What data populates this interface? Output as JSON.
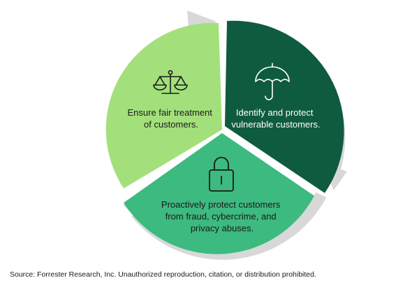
{
  "colors": {
    "light_green": "#a3e07c",
    "dark_green": "#0f5b3f",
    "mid_green": "#3dba7f",
    "arrow_gray": "#d8d8d8",
    "icon_dark": "#1a1a1a",
    "icon_light": "#ffffff"
  },
  "segments": [
    {
      "icon": "scales-icon",
      "line1": "Ensure fair treatment",
      "line2": "of customers."
    },
    {
      "icon": "umbrella-icon",
      "line1": "Identify and protect",
      "line2": "vulnerable customers."
    },
    {
      "icon": "padlock-icon",
      "line1": "Proactively protect customers",
      "line2": "from fraud, cybercrime, and",
      "line3": "privacy abuses."
    }
  ],
  "source": "Source: Forrester Research, Inc. Unauthorized reproduction, citation, or distribution prohibited."
}
